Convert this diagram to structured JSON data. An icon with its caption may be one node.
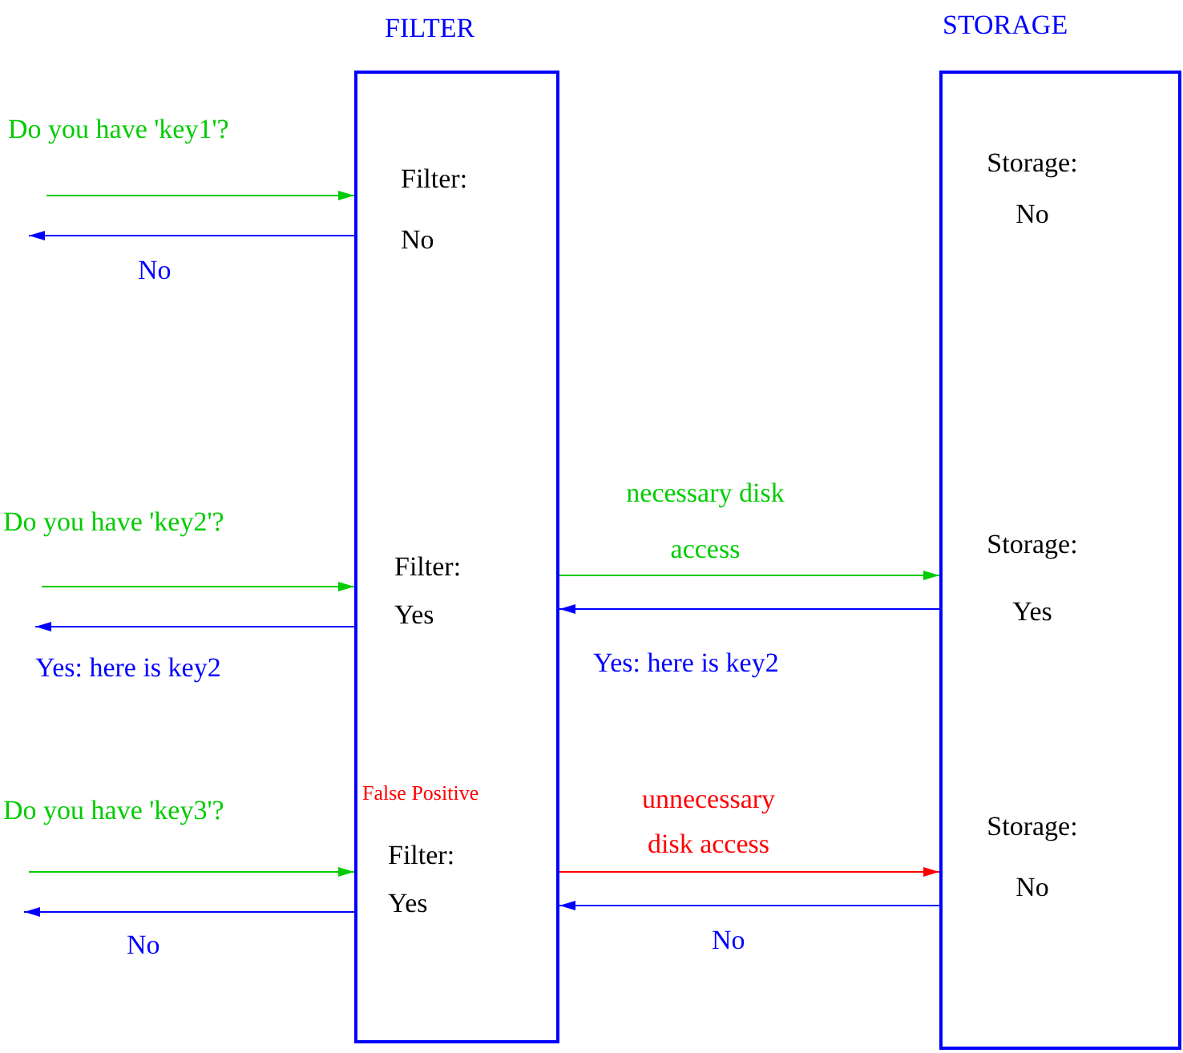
{
  "diagram": {
    "nodes": [
      {
        "text": [
          "FILTER",
          "Filter: No",
          "Filter: Yes",
          "False Positive",
          "Filter: Yes"
        ]
      },
      {
        "text": [
          "STORAGE",
          "Storage: No",
          "Storage: Yes",
          "Storage: No"
        ]
      }
    ],
    "edges": [
      {
        "from": null,
        "to": 0,
        "arrow": "to",
        "label": "Do you have 'key1'?",
        "color": "#00cc00"
      },
      {
        "from": 0,
        "to": null,
        "arrow": "to",
        "label": "No"
      },
      {
        "from": null,
        "to": 0,
        "arrow": "to",
        "label": "Do you have 'key2'?",
        "color": "#00cc00"
      },
      {
        "from": 0,
        "to": null,
        "arrow": "to",
        "label": "Yes: here is key2"
      },
      {
        "from": 0,
        "to": 1,
        "arrow": "to",
        "label": "necessary disk access",
        "color": "#00cc00"
      },
      {
        "from": 1,
        "to": 0,
        "arrow": "to",
        "label": "Yes: here is key2"
      },
      {
        "from": null,
        "to": 0,
        "arrow": "to",
        "label": "Do you have 'key3'?",
        "color": "#00cc00"
      },
      {
        "from": 0,
        "to": null,
        "arrow": "to",
        "label": "No"
      },
      {
        "from": 0,
        "to": 1,
        "arrow": "to",
        "label": "unnecessary disk access",
        "color": "#ff0000"
      },
      {
        "from": 1,
        "to": 0,
        "arrow": "to",
        "label": "No"
      }
    ]
  }
}
